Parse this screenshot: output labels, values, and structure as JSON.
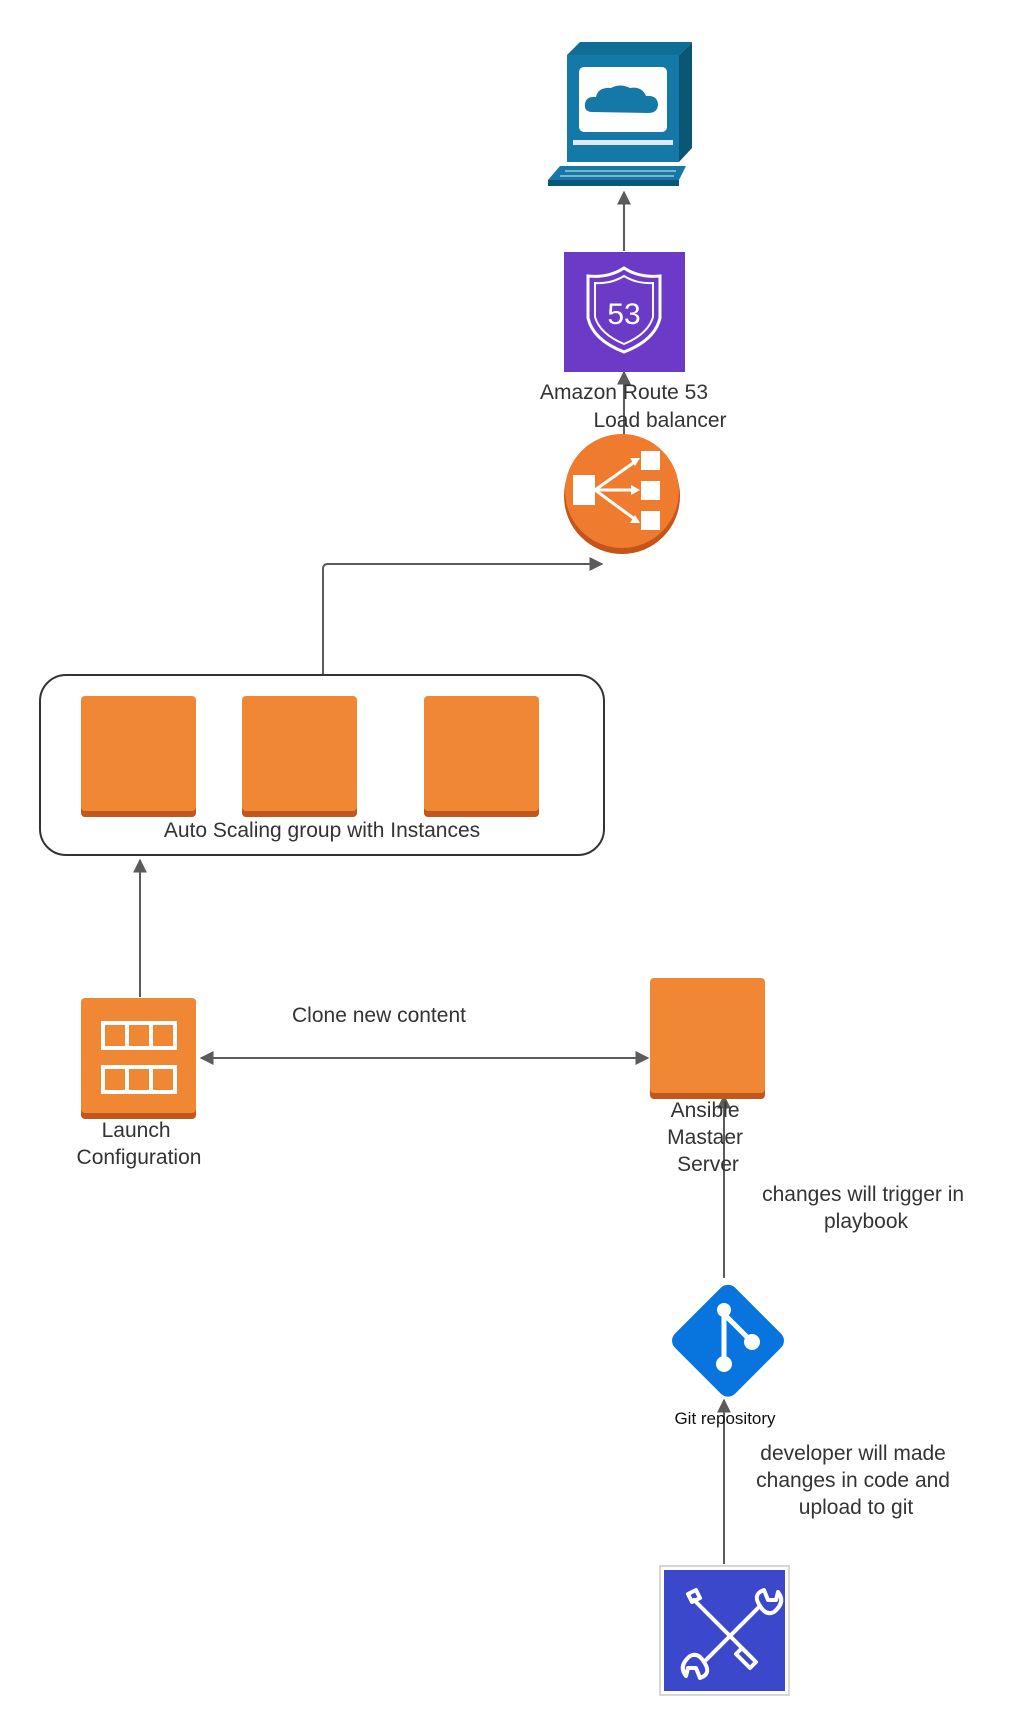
{
  "nodes": {
    "client": {
      "icon": "desktop-computer-icon"
    },
    "route53": {
      "label": "Amazon Route 53",
      "badge": "53",
      "icon": "route53-shield-icon",
      "color": "#6B3BC8"
    },
    "load_balancer": {
      "label": "Load balancer",
      "icon": "load-balancer-icon",
      "color": "#EF7B2F"
    },
    "asg": {
      "label": "Auto Scaling group with Instances",
      "instance_color": "#F08735"
    },
    "launch_config": {
      "label_lines": [
        "Launch",
        "Configuration"
      ],
      "icon": "launch-configuration-icon",
      "color": "#F08735"
    },
    "ansible": {
      "label_lines": [
        "Ansible",
        "Mastaer",
        "Server"
      ],
      "color": "#F08735"
    },
    "git": {
      "label": "Git repository",
      "icon": "git-logo-icon",
      "color": "#0874DD"
    },
    "developer": {
      "icon": "developer-tools-icon",
      "color": "#3B48CC"
    }
  },
  "edges": {
    "clone": {
      "label": "Clone new content"
    },
    "trigger": {
      "label_lines": [
        "changes will trigger in",
        "playbook"
      ]
    },
    "commit": {
      "label_lines": [
        "developer will made",
        "changes in code and",
        "upload to git"
      ]
    }
  }
}
